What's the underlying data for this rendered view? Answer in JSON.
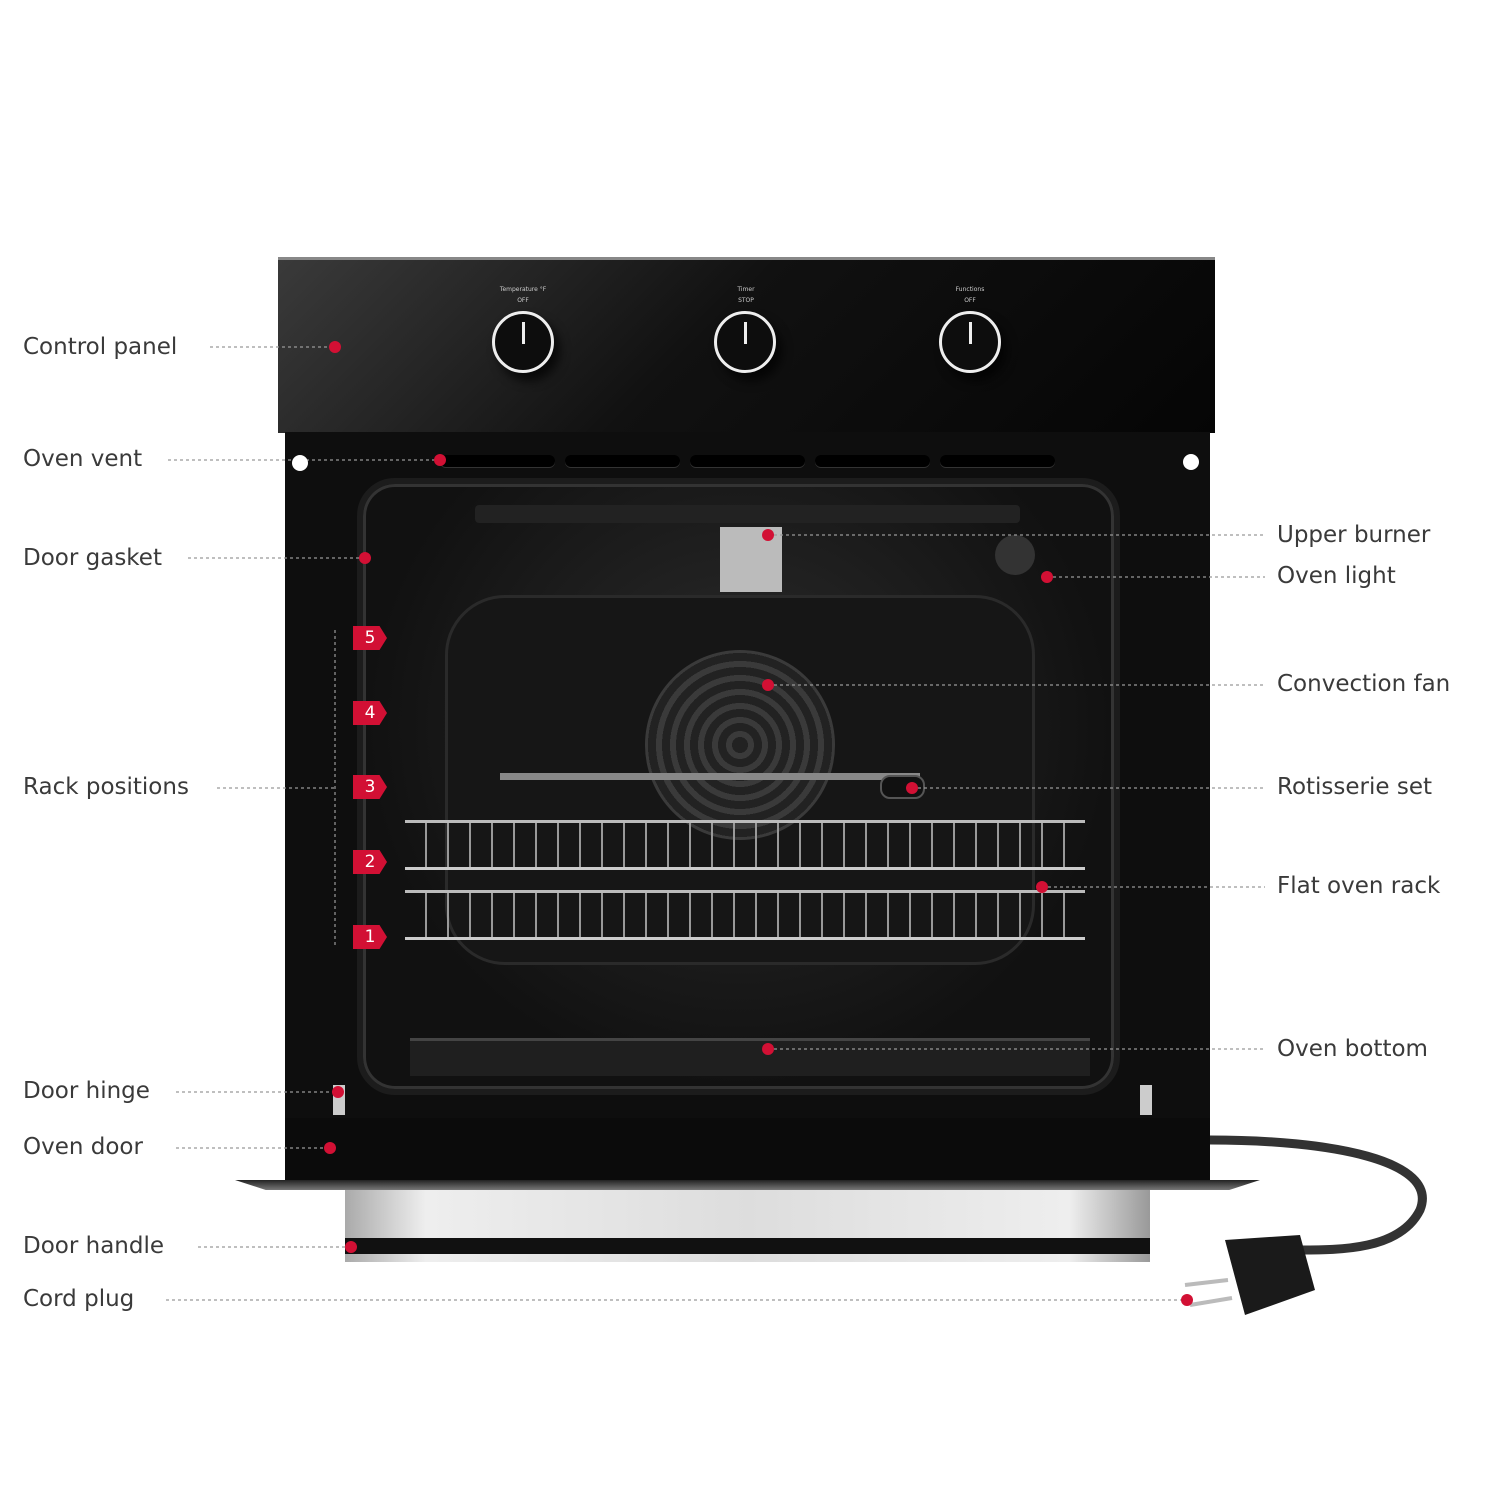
{
  "accent_color": "#d21034",
  "control_panel": {
    "knobs": [
      {
        "title": "Temperature °F",
        "top_label": "OFF"
      },
      {
        "title": "Timer",
        "top_label": "STOP"
      },
      {
        "title": "Functions",
        "top_label": "OFF"
      }
    ]
  },
  "rack_numbers": [
    "5",
    "4",
    "3",
    "2",
    "1"
  ],
  "callouts_left": [
    {
      "label": "Control panel"
    },
    {
      "label": "Oven vent"
    },
    {
      "label": "Door gasket"
    },
    {
      "label": "Rack positions"
    },
    {
      "label": "Door hinge"
    },
    {
      "label": "Oven door"
    },
    {
      "label": "Door handle"
    },
    {
      "label": "Cord plug"
    }
  ],
  "callouts_right": [
    {
      "label": "Upper burner"
    },
    {
      "label": "Oven light"
    },
    {
      "label": "Convection fan"
    },
    {
      "label": "Rotisserie set"
    },
    {
      "label": "Flat oven rack"
    },
    {
      "label": "Oven bottom"
    }
  ]
}
